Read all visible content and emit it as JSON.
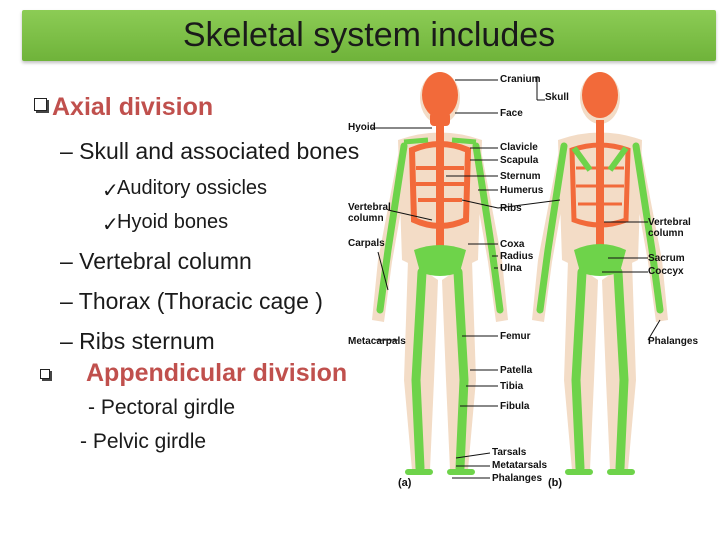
{
  "title": "Skeletal system includes",
  "outline": {
    "axial_heading": "Axial division",
    "axial_items": [
      "– Skull and associated bones",
      "Auditory ossicles",
      "Hyoid bones",
      "– Vertebral column",
      "– Thorax (Thoracic cage )",
      "– Ribs sternum"
    ],
    "appendicular_heading": "Appendicular division",
    "appendicular_items": [
      "- Pectoral girdle",
      "- Pelvic girdle"
    ]
  },
  "diagram": {
    "left_labels": [
      "Hyoid",
      "Vertebral column",
      "Carpals",
      "Metacarpals"
    ],
    "middle_labels": [
      "Cranium",
      "Face",
      "Skull",
      "Clavicle",
      "Scapula",
      "Sternum",
      "Humerus",
      "Ribs",
      "Coxa",
      "Radius",
      "Ulna",
      "Femur",
      "Patella",
      "Tibia",
      "Fibula",
      "Tarsals",
      "Metatarsals",
      "Phalanges"
    ],
    "right_labels": [
      "Vertebral column",
      "Sacrum",
      "Coccyx",
      "Phalanges"
    ],
    "figure_labels": [
      "(a)",
      "(b)"
    ],
    "colors": {
      "axial": "#f26a3a",
      "appendicular": "#6ed34a",
      "body": "#f3dcc6",
      "title_bar": "#7cc046"
    }
  }
}
